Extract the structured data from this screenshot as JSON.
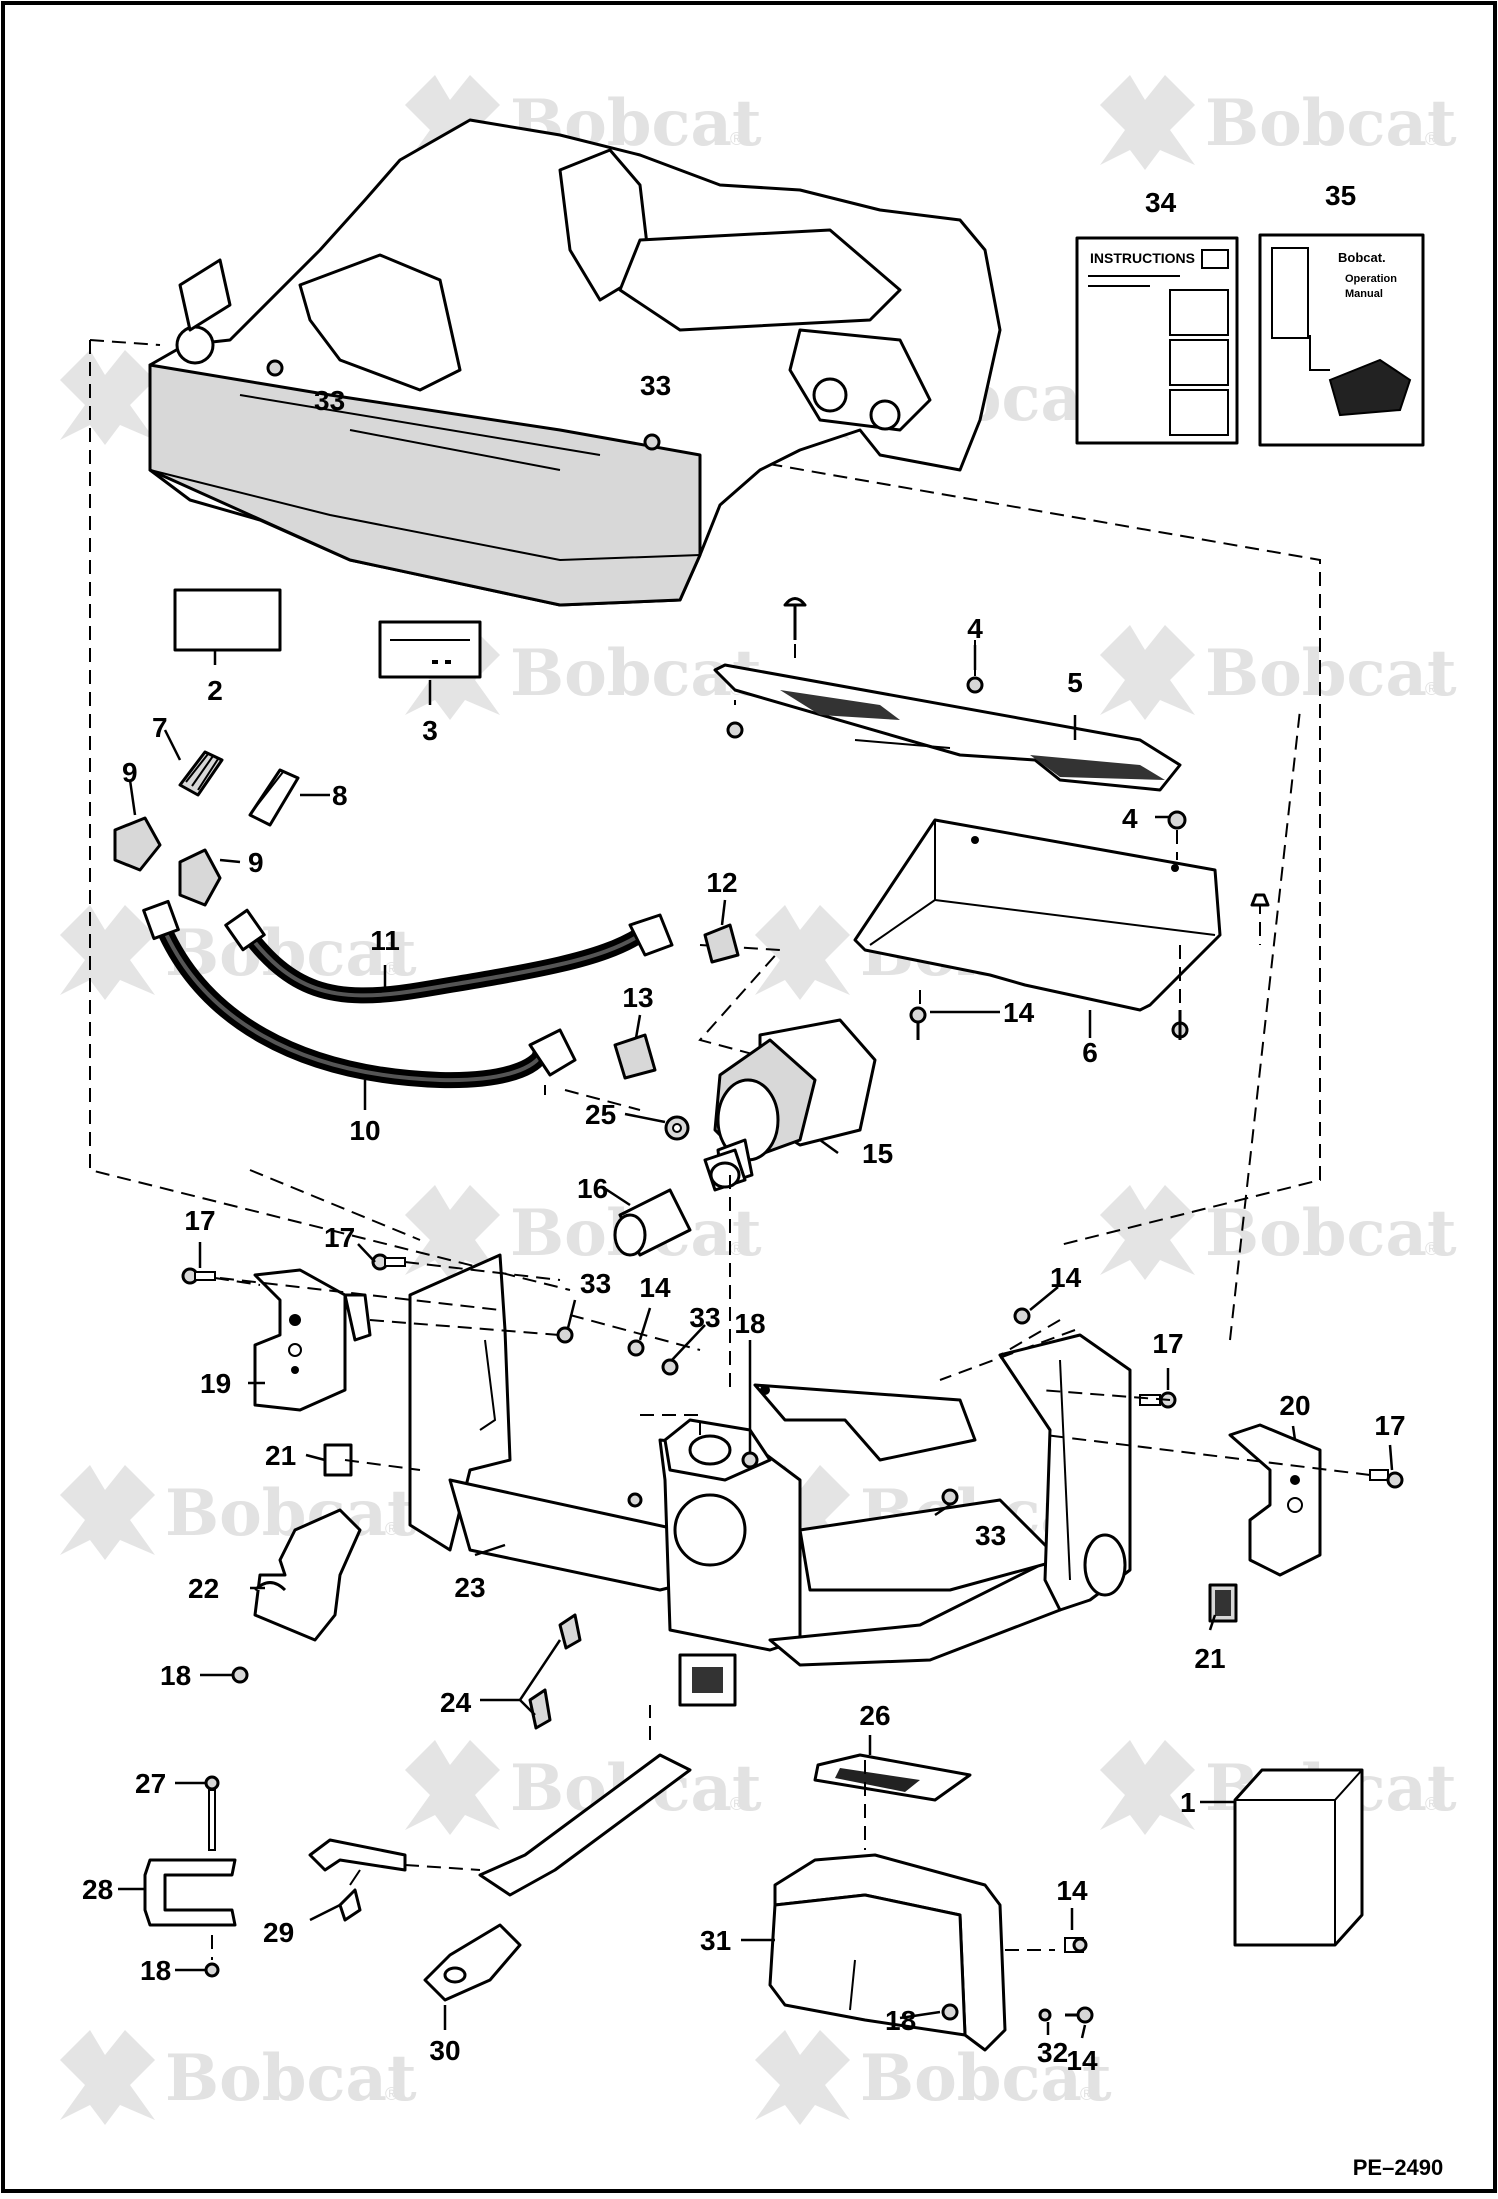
{
  "figure_code": "PE–2490",
  "watermark": {
    "text": "Bobcat",
    "reg": "®"
  },
  "manuals": {
    "instructions": {
      "number": "34",
      "title": "INSTRUCTIONS"
    },
    "operation_manual": {
      "number": "35",
      "brand": "Bobcat.",
      "line1": "Operation",
      "line2": "Manual"
    }
  },
  "callouts": {
    "c1": "1",
    "c2": "2",
    "c3": "3",
    "c4a": "4",
    "c4b": "4",
    "c5": "5",
    "c6": "6",
    "c7": "7",
    "c8": "8",
    "c9a": "9",
    "c9b": "9",
    "c10": "10",
    "c11": "11",
    "c12": "12",
    "c13": "13",
    "c14a": "14",
    "c14b": "14",
    "c14c": "14",
    "c14d": "14",
    "c14e": "14",
    "c15": "15",
    "c16": "16",
    "c17a": "17",
    "c17b": "17",
    "c17c": "17",
    "c17d": "17",
    "c18a": "18",
    "c18b": "18",
    "c18c": "18",
    "c18d": "18",
    "c19": "19",
    "c20": "20",
    "c21a": "21",
    "c21b": "21",
    "c22": "22",
    "c23": "23",
    "c24": "24",
    "c25": "25",
    "c26": "26",
    "c27": "27",
    "c28": "28",
    "c29": "29",
    "c30": "30",
    "c31": "31",
    "c32": "32",
    "c33a": "33",
    "c33b": "33",
    "c33c": "33",
    "c33d": "33",
    "c33e": "33"
  }
}
